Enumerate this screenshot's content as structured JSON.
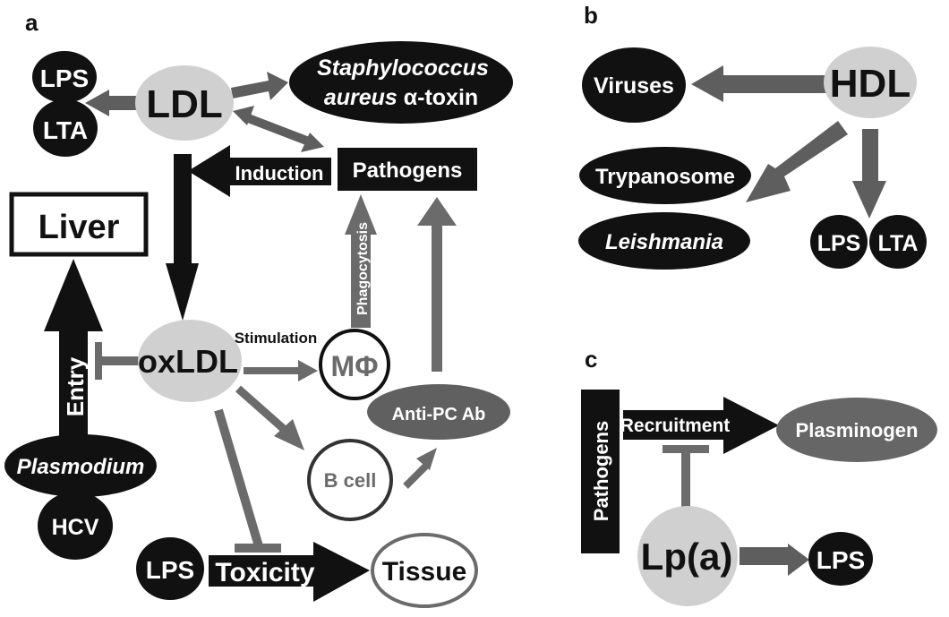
{
  "figure": {
    "panels": {
      "a": {
        "label": "a",
        "nodes": {
          "lps_top": "LPS",
          "lta_top": "LTA",
          "ldl": "LDL",
          "staph_line1": "Staphylococcus",
          "staph_line2_italic": "aureus",
          "staph_line2_rest": " α-toxin",
          "pathogens": "Pathogens",
          "liver": "Liver",
          "oxldl": "oxLDL",
          "macrophage": "MΦ",
          "anti_pc_ab": "Anti-PC Ab",
          "b_cell": "B cell",
          "plasmodium": "Plasmodium",
          "hcv": "HCV",
          "lps_bottom": "LPS",
          "tissue": "Tissue"
        },
        "edges": {
          "induction": "Induction",
          "phagocytosis": "Phagocytosis",
          "stimulation": "Stimulation",
          "entry": "Entry",
          "toxicity": "Toxicity"
        }
      },
      "b": {
        "label": "b",
        "nodes": {
          "hdl": "HDL",
          "viruses": "Viruses",
          "trypanosome": "Trypanosome",
          "leishmania": "Leishmania",
          "lps": "LPS",
          "lta": "LTA"
        }
      },
      "c": {
        "label": "c",
        "nodes": {
          "pathogens": "Pathogens",
          "plasminogen": "Plasminogen",
          "lpa": "Lp(a)",
          "lps": "LPS"
        },
        "edges": {
          "recruitment": "Recruitment"
        }
      }
    },
    "colors": {
      "black_node": "#111111",
      "light_node": "#d0d0d0",
      "gray_arrow": "#6b6b6b",
      "dark_gray_node": "#666666"
    }
  }
}
